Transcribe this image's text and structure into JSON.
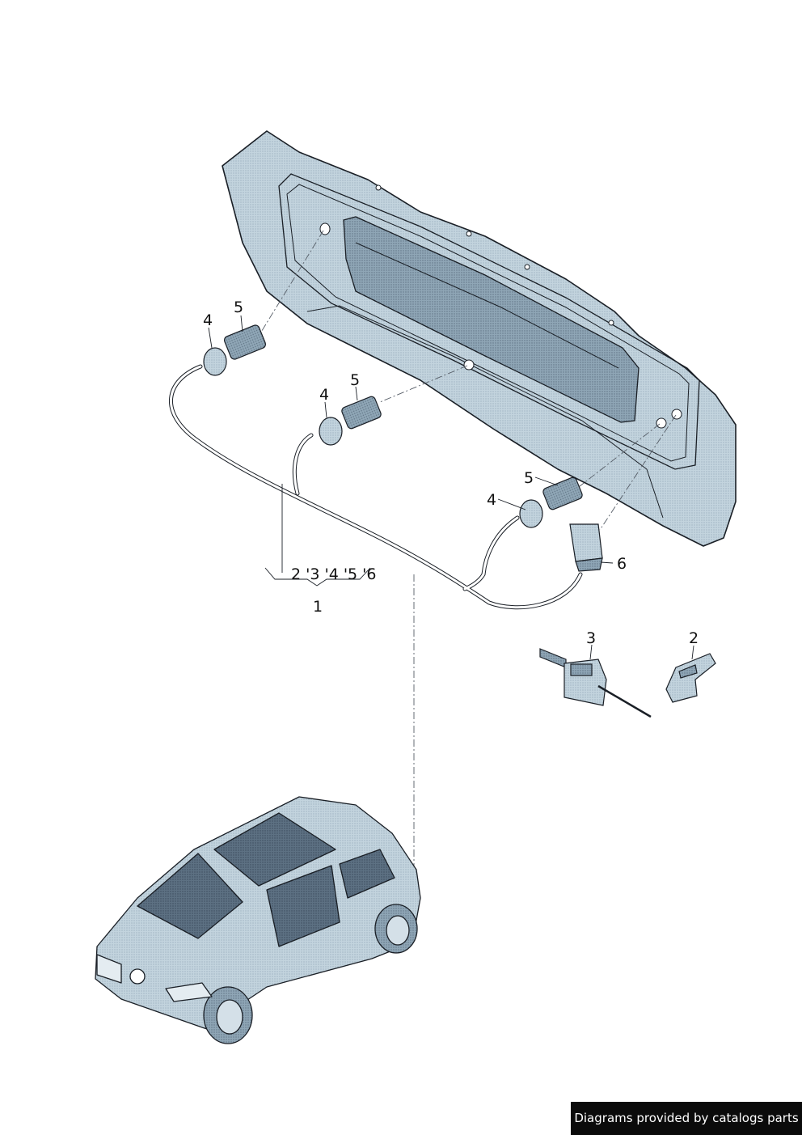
{
  "callouts": {
    "conn_1": "4",
    "conn_2": "4",
    "conn_3": "4",
    "plug_1": "5",
    "plug_2": "5",
    "plug_3": "5",
    "pigtail": "6",
    "clip": "3",
    "bracket": "2",
    "harness": "1",
    "harness_group": "2 '3 '4 '5 '6"
  },
  "credit": "Diagrams provided by catalogs parts",
  "colors": {
    "panel_fill": "#c3d4de",
    "panel_dark": "#94aebe",
    "car_body": "#b7c9d5",
    "glass": "#63788a",
    "line": "#1a1f26"
  }
}
